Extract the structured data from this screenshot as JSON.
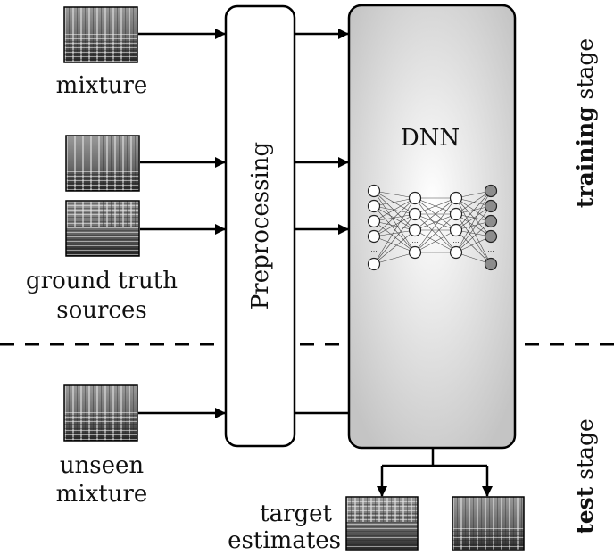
{
  "labels": {
    "mixture": "mixture",
    "ground_truth_line1": "ground truth",
    "ground_truth_line2": "sources",
    "unseen_line1": "unseen",
    "unseen_line2": "mixture",
    "target_line1": "target",
    "target_line2": "estimates",
    "preprocessing": "Preprocessing",
    "dnn": "DNN",
    "net_ellipsis": "...",
    "training_bold": "training",
    "training_rest": " stage",
    "test_bold": "test",
    "test_rest": " stage"
  },
  "colors": {
    "stroke": "#000000",
    "dnn_fill_center": "#ffffff",
    "dnn_fill_edge": "#c4c4c4",
    "output_node": "#8c8c8c"
  },
  "icons": [
    "spectrogram-thumbnail",
    "arrow-icon",
    "neural-network-icon"
  ]
}
